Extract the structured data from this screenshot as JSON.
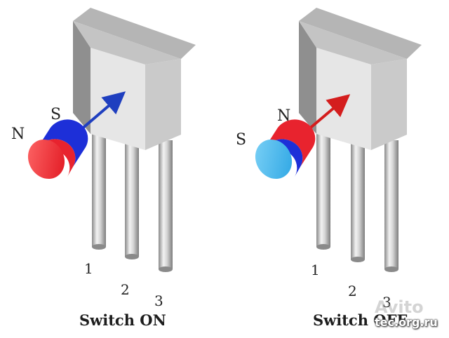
{
  "left": {
    "caption": "Switch ON",
    "magnet_front_pole": "N",
    "magnet_back_pole": "S",
    "arrow_color": "#1f3fbf",
    "pins": [
      "1",
      "2",
      "3"
    ]
  },
  "right": {
    "caption": "Switch OFF",
    "magnet_front_pole": "S",
    "magnet_back_pole": "N",
    "arrow_color": "#d41d1d",
    "pins": [
      "1",
      "2",
      "3"
    ]
  },
  "colors": {
    "north": "#e8232e",
    "south": "#1d2fd8",
    "south_face": "#3bb1ea",
    "body_light": "#e4e4e4",
    "body_mid": "#cfcfcf",
    "body_dark": "#a8a8a8"
  },
  "watermark": {
    "brand": "Avito",
    "site": "tec.org.ru"
  }
}
